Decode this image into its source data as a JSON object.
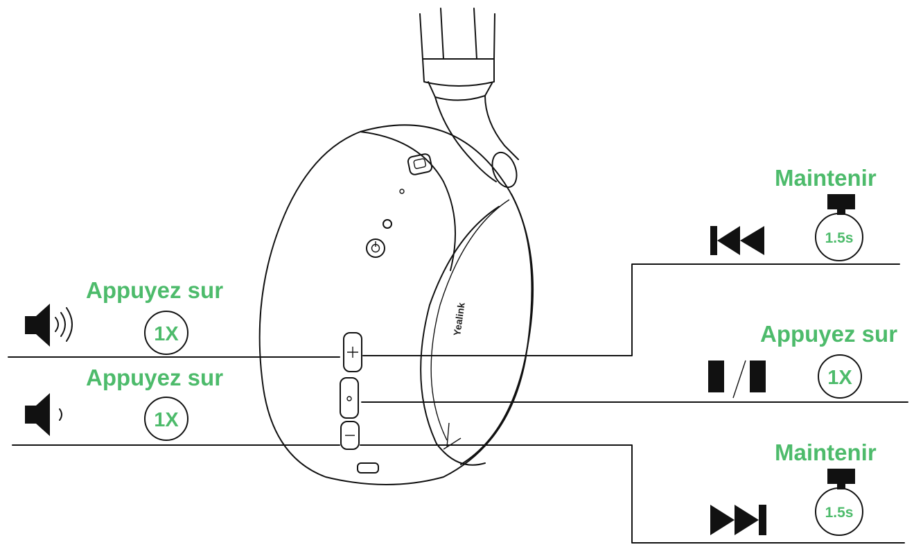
{
  "headset": {
    "brand": "Yealink"
  },
  "left_controls": [
    {
      "label": "Appuyez sur",
      "badge": "1X",
      "icon": "volume-up-icon"
    },
    {
      "label": "Appuyez sur",
      "badge": "1X",
      "icon": "volume-down-icon"
    }
  ],
  "right_controls": [
    {
      "label": "Maintenir",
      "badge": "1.5s",
      "icon": "previous-track-icon"
    },
    {
      "label": "Appuyez sur",
      "badge": "1X",
      "icon": "play-pause-icon"
    },
    {
      "label": "Maintenir",
      "badge": "1.5s",
      "icon": "next-track-icon"
    }
  ],
  "colors": {
    "label": "#4dbb6b",
    "ink": "#111111"
  }
}
